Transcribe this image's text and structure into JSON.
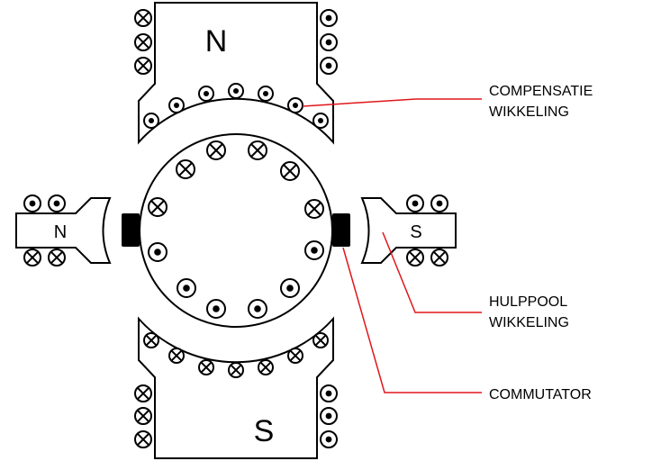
{
  "poles": {
    "main_top": "N",
    "main_bottom": "S",
    "interpole_left": "N",
    "interpole_right": "S"
  },
  "labels": {
    "compensation": [
      "COMPENSATIE",
      "WIKKELING"
    ],
    "interpole": [
      "HULPPOOL",
      "WIKKELING"
    ],
    "commutator": [
      "COMMUTATOR"
    ]
  },
  "conductor_symbols": {
    "into_page": "cross-circle",
    "out_of_page": "dot-circle"
  },
  "colors": {
    "outline": "#000000",
    "leader_line": "#e0161b",
    "brush": "#000000"
  }
}
